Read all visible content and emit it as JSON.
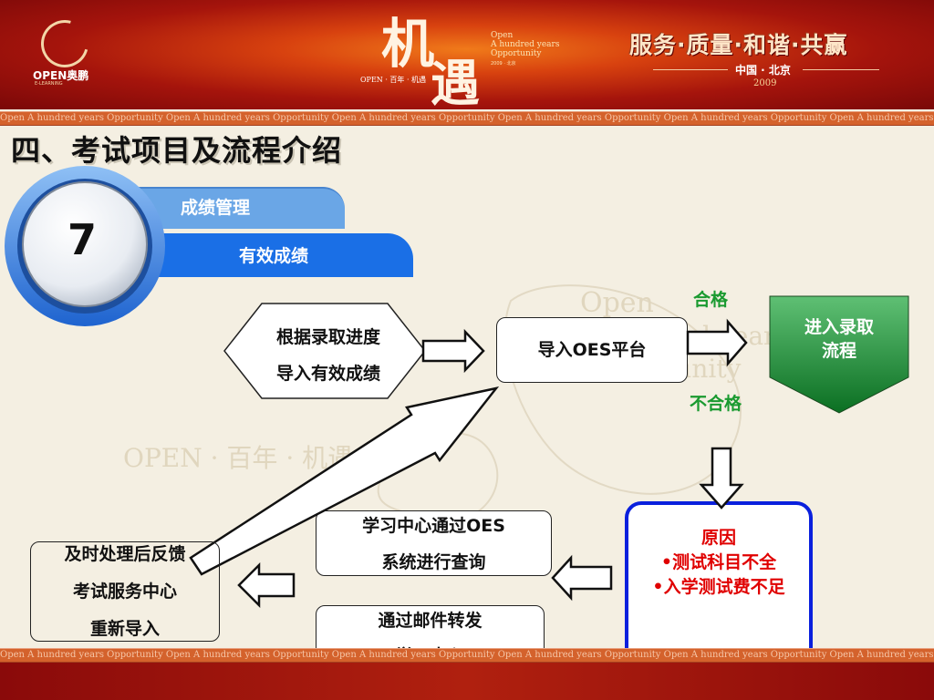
{
  "header": {
    "logo_text": "OPEN奥鹏",
    "logo_sub": "E-LEARNING",
    "calligraphy": "机遇",
    "calligraphy_caption": "OPEN · 百年 · 机遇",
    "opportunity_lines": [
      "Open",
      "A hundred years",
      "Opportunity"
    ],
    "opportunity_year": "2009 · 北京",
    "slogan": "服务·质量·和谐·共赢",
    "location": "中国 · 北京",
    "location_year": "2009"
  },
  "ribbon_text": "Open A hundred years Opportunity  Open A hundred years Opportunity  Open A hundred years Opportunity  Open A hundred years Opportunity  Open A hundred years Opportunity  Open A hundred years",
  "watermark": {
    "open": "Open",
    "hundred": "A hundred years",
    "opportunity": "Opportunity",
    "slogan": "OPEN · 百年 · 机遇"
  },
  "title": "四、考试项目及流程介绍",
  "badge": {
    "step": "7",
    "upper_tab": "成绩管理",
    "lower_tab": "有效成绩"
  },
  "flow": {
    "hex_lines": [
      "根据录取进度",
      "导入有效成绩"
    ],
    "oes_platform": "导入OES平台",
    "pass_label": "合格",
    "fail_label": "不合格",
    "admission_lines": [
      "进入录取",
      "流程"
    ],
    "reason_title": "原因",
    "reasons": [
      "•测试科目不全",
      "•入学测试费不足"
    ],
    "query_lines": [
      "学习中心通过OES",
      "系统进行查询"
    ],
    "mail_lines": [
      "通过邮件转发",
      "学习中心"
    ],
    "handle_lines": [
      "及时处理后反馈",
      "考试服务中心",
      "重新导入"
    ]
  },
  "colors": {
    "badge_blue": "#1a6fe6",
    "tab_light_blue": "#6aa6e6",
    "green": "#1a9a30",
    "reason_red": "#e00000",
    "reason_border": "#0a20dd"
  }
}
